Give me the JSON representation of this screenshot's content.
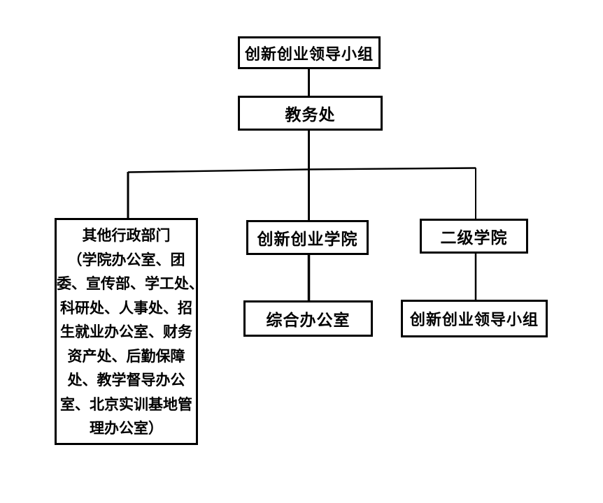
{
  "canvas": {
    "background": "#ffffff",
    "line_color": "#000000",
    "border_color": "#000000",
    "text_color": "#000000"
  },
  "nodes": {
    "top": {
      "label": "创新创业领导小组"
    },
    "jiaowuchu": {
      "label": "教务处"
    },
    "other_departments": {
      "lines": [
        "其他行政部门",
        "（学院办公室、团",
        "委、宣传部、学工处、",
        "科研处、人事处、招",
        "生就业办公室、财务",
        "资产处、后勤保障",
        "处、教学督导办公",
        "室、北京实训基地管",
        "理办公室）"
      ]
    },
    "innovation_college": {
      "label": "创新创业学院"
    },
    "general_office": {
      "label": "综合办公室"
    },
    "secondary_colleges": {
      "label": "二级学院"
    },
    "secondary_leading_group": {
      "label": "创新创业领导小组"
    }
  },
  "edges": [
    {
      "from": "创新创业领导小组",
      "to": "教务处"
    },
    {
      "from": "教务处",
      "to": "其他行政部门"
    },
    {
      "from": "教务处",
      "to": "创新创业学院"
    },
    {
      "from": "教务处",
      "to": "二级学院"
    },
    {
      "from": "创新创业学院",
      "to": "综合办公室"
    },
    {
      "from": "二级学院",
      "to": "创新创业领导小组"
    }
  ]
}
